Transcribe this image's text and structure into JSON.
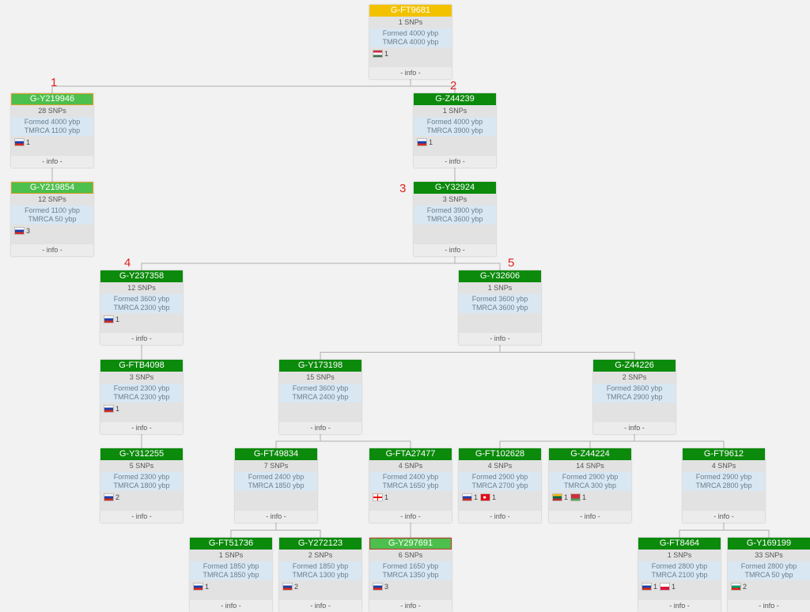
{
  "colors": {
    "root": "#f2c200",
    "green": "#0b8a0b",
    "light_green": "#4cbf4c",
    "border_orange": "#d8a020",
    "border_red": "#c0392b",
    "line": "#b0b0b0",
    "marker": "#e02020"
  },
  "labels": {
    "info": "- info -"
  },
  "nodes": [
    {
      "id": "n0",
      "name": "G-FT9681",
      "snps": "1 SNPs",
      "formed": "Formed 4000 ybp",
      "tmrca": "TMRCA 4000 ybp",
      "style": "root",
      "flags": [
        {
          "c": "hungary",
          "n": "1"
        }
      ]
    },
    {
      "id": "n1",
      "name": "G-Y219946",
      "snps": "28 SNPs",
      "formed": "Formed 4000 ybp",
      "tmrca": "TMRCA 1100 ybp",
      "style": "light",
      "flags": [
        {
          "c": "russia",
          "n": "1"
        }
      ]
    },
    {
      "id": "n2",
      "name": "G-Z44239",
      "snps": "1 SNPs",
      "formed": "Formed 4000 ybp",
      "tmrca": "TMRCA 3900 ybp",
      "style": "green",
      "flags": [
        {
          "c": "russia",
          "n": "1"
        }
      ]
    },
    {
      "id": "n3",
      "name": "G-Y219854",
      "snps": "12 SNPs",
      "formed": "Formed 1100 ybp",
      "tmrca": "TMRCA 50 ybp",
      "style": "light",
      "flags": [
        {
          "c": "russia",
          "n": "3"
        }
      ]
    },
    {
      "id": "n4",
      "name": "G-Y32924",
      "snps": "3 SNPs",
      "formed": "Formed 3900 ybp",
      "tmrca": "TMRCA 3600 ybp",
      "style": "green",
      "flags": []
    },
    {
      "id": "n5",
      "name": "G-Y237358",
      "snps": "12 SNPs",
      "formed": "Formed 3600 ybp",
      "tmrca": "TMRCA 2300 ybp",
      "style": "green",
      "flags": [
        {
          "c": "russia",
          "n": "1"
        }
      ]
    },
    {
      "id": "n6",
      "name": "G-Y32606",
      "snps": "1 SNPs",
      "formed": "Formed 3600 ybp",
      "tmrca": "TMRCA 3600 ybp",
      "style": "green",
      "flags": []
    },
    {
      "id": "n7",
      "name": "G-FTB4098",
      "snps": "3 SNPs",
      "formed": "Formed 2300 ybp",
      "tmrca": "TMRCA 2300 ybp",
      "style": "green",
      "flags": [
        {
          "c": "russia",
          "n": "1"
        }
      ]
    },
    {
      "id": "n8",
      "name": "G-Y173198",
      "snps": "15 SNPs",
      "formed": "Formed 3600 ybp",
      "tmrca": "TMRCA 2400 ybp",
      "style": "green",
      "flags": []
    },
    {
      "id": "n9",
      "name": "G-Z44226",
      "snps": "2 SNPs",
      "formed": "Formed 3600 ybp",
      "tmrca": "TMRCA 2900 ybp",
      "style": "green",
      "flags": []
    },
    {
      "id": "n10",
      "name": "G-Y312255",
      "snps": "5 SNPs",
      "formed": "Formed 2300 ybp",
      "tmrca": "TMRCA 1800 ybp",
      "style": "green",
      "flags": [
        {
          "c": "russia",
          "n": "2"
        }
      ]
    },
    {
      "id": "n11",
      "name": "G-FT49834",
      "snps": "7 SNPs",
      "formed": "Formed 2400 ybp",
      "tmrca": "TMRCA 1850 ybp",
      "style": "green",
      "flags": []
    },
    {
      "id": "n12",
      "name": "G-FTA27477",
      "snps": "4 SNPs",
      "formed": "Formed 2400 ybp",
      "tmrca": "TMRCA 1650 ybp",
      "style": "green",
      "flags": [
        {
          "c": "georgia",
          "n": "1"
        }
      ]
    },
    {
      "id": "n13",
      "name": "G-FT102628",
      "snps": "4 SNPs",
      "formed": "Formed 2900 ybp",
      "tmrca": "TMRCA 2700 ybp",
      "style": "green",
      "flags": [
        {
          "c": "russia",
          "n": "1"
        },
        {
          "c": "turkey",
          "n": "1"
        }
      ]
    },
    {
      "id": "n14",
      "name": "G-Z44224",
      "snps": "14 SNPs",
      "formed": "Formed 2900 ybp",
      "tmrca": "TMRCA 300 ybp",
      "style": "green",
      "flags": [
        {
          "c": "lithuania",
          "n": "1"
        },
        {
          "c": "belarus",
          "n": "1"
        }
      ]
    },
    {
      "id": "n15",
      "name": "G-FT9612",
      "snps": "4 SNPs",
      "formed": "Formed 2900 ybp",
      "tmrca": "TMRCA 2800 ybp",
      "style": "green",
      "flags": []
    },
    {
      "id": "n16",
      "name": "G-FT51736",
      "snps": "1 SNPs",
      "formed": "Formed 1850 ybp",
      "tmrca": "TMRCA 1850 ybp",
      "style": "green",
      "flags": [
        {
          "c": "russia",
          "n": "1"
        }
      ]
    },
    {
      "id": "n17",
      "name": "G-Y272123",
      "snps": "2 SNPs",
      "formed": "Formed 1850 ybp",
      "tmrca": "TMRCA 1300 ybp",
      "style": "green",
      "flags": [
        {
          "c": "russia",
          "n": "2"
        }
      ]
    },
    {
      "id": "n18",
      "name": "G-Y297691",
      "snps": "6 SNPs",
      "formed": "Formed 1650 ybp",
      "tmrca": "TMRCA 1350 ybp",
      "style": "light-red",
      "flags": [
        {
          "c": "russia",
          "n": "3"
        }
      ]
    },
    {
      "id": "n19",
      "name": "G-FT8464",
      "snps": "1 SNPs",
      "formed": "Formed 2800 ybp",
      "tmrca": "TMRCA 2100 ybp",
      "style": "green",
      "flags": [
        {
          "c": "russia",
          "n": "1"
        },
        {
          "c": "poland",
          "n": "1"
        }
      ]
    },
    {
      "id": "n20",
      "name": "G-Y169199",
      "snps": "33 SNPs",
      "formed": "Formed 2800 ybp",
      "tmrca": "TMRCA 50 ybp",
      "style": "green",
      "flags": [
        {
          "c": "bulgaria",
          "n": "2"
        }
      ]
    }
  ],
  "edges": [
    [
      "n0",
      "n1"
    ],
    [
      "n0",
      "n2"
    ],
    [
      "n1",
      "n3"
    ],
    [
      "n2",
      "n4"
    ],
    [
      "n4",
      "n5"
    ],
    [
      "n4",
      "n6"
    ],
    [
      "n5",
      "n7"
    ],
    [
      "n7",
      "n10"
    ],
    [
      "n6",
      "n8"
    ],
    [
      "n6",
      "n9"
    ],
    [
      "n8",
      "n11"
    ],
    [
      "n8",
      "n12"
    ],
    [
      "n11",
      "n16"
    ],
    [
      "n11",
      "n17"
    ],
    [
      "n12",
      "n18"
    ],
    [
      "n9",
      "n13"
    ],
    [
      "n9",
      "n14"
    ],
    [
      "n9",
      "n15"
    ],
    [
      "n15",
      "n19"
    ],
    [
      "n15",
      "n20"
    ]
  ],
  "markers": [
    {
      "label": "1",
      "node": "n1"
    },
    {
      "label": "2",
      "node": "n2"
    },
    {
      "label": "3",
      "node": "n4"
    },
    {
      "label": "4",
      "node": "n5"
    },
    {
      "label": "5",
      "node": "n6"
    }
  ]
}
